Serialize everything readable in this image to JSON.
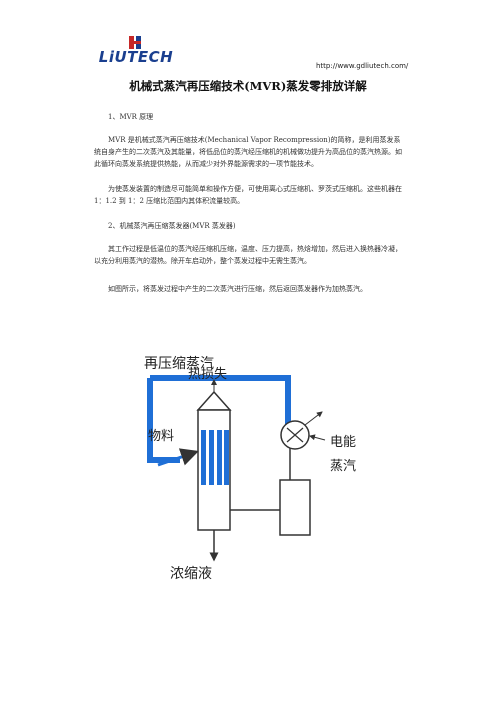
{
  "header": {
    "logo_text": "LiUTECH",
    "url": "http://www.gdliutech.com/"
  },
  "title": "机械式蒸汽再压缩技术(MVR)蒸发零排放详解",
  "sections": [
    {
      "heading": "1、MVR 原理",
      "paragraphs": [
        "MVR 是机械式蒸汽再压缩技术(Mechanical Vapor Recompression)的简称，是利用蒸发系统自身产生的二次蒸汽及其能量，将低品位的蒸汽经压缩机的机械做功提升为高品位的蒸汽热源。如此循环向蒸发系统提供热能，从而减少对外界能源需求的一项节能技术。",
        "为使蒸发装置的制造尽可能简单和操作方便，可使用离心式压缩机、罗茨式压缩机。这些机器在 1：1.2 到 1：2 压缩比范围内其体积流量较高。"
      ]
    },
    {
      "heading": "2、机械蒸汽再压缩蒸发器(MVR 蒸发器)",
      "paragraphs": [
        "其工作过程是低温位的蒸汽经压缩机压缩，温度、压力提高，热焓增加，然后进入换热器冷凝，以充分利用蒸汽的潜热。除开车启动外，整个蒸发过程中无需生蒸汽。",
        "如图所示，将蒸发过程中产生的二次蒸汽进行压缩，然后返回蒸发器作为加热蒸汽。"
      ]
    }
  ],
  "diagram": {
    "labels": {
      "recompressed_steam": "再压缩蒸汽",
      "heat_loss": "热损失",
      "material": "物料",
      "electric_energy": "电能",
      "steam": "蒸汽",
      "concentrate": "浓缩液"
    },
    "colors": {
      "pipe": "#1f6fd6",
      "tube": "#1f6fd6",
      "outline": "#333333",
      "fill": "#ffffff"
    }
  }
}
